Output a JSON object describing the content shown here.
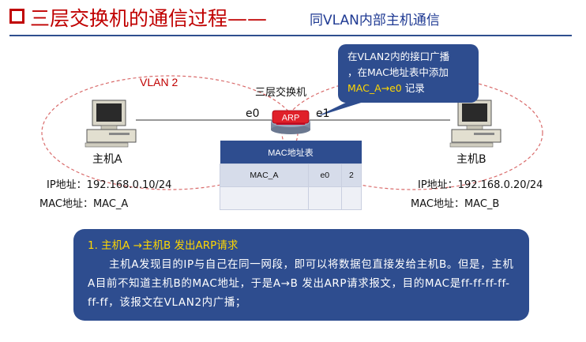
{
  "title": {
    "main": "三层交换机的通信过程——",
    "sub": "同VLAN内部主机通信"
  },
  "diagram": {
    "vlan_label": "VLAN 2",
    "switch_label": "三层交换机",
    "arp_label": "ARP",
    "port_left": "e0",
    "port_right": "e1",
    "host_a": {
      "name": "主机A",
      "ip": "IP地址：192.168.0.10/24",
      "mac": "MAC地址：MAC_A"
    },
    "host_b": {
      "name": "主机B",
      "ip": "IP地址：192.168.0.20/24",
      "mac": "MAC地址：MAC_B"
    },
    "colors": {
      "accent_red": "#c00000",
      "box_blue": "#2e4d8f",
      "highlight_yellow": "#ffd700",
      "arp_red": "#e0202a"
    }
  },
  "callout": {
    "line1": "在VLAN2内的接口广播",
    "line2": "，在MAC地址表中添加",
    "highlight": "MAC_A→e0",
    "suffix": " 记录"
  },
  "mac_table": {
    "header": "MAC地址表",
    "rows": [
      [
        "MAC_A",
        "e0",
        "2"
      ],
      [
        "",
        "",
        ""
      ]
    ]
  },
  "step": {
    "title": "1.  主机A →主机B 发出ARP请求",
    "body": "主机A发现目的IP与自己在同一网段，即可以将数据包直接发给主机B。但是，主机A目前不知道主机B的MAC地址，于是A→B 发出ARP请求报文，目的MAC是ff-ff-ff-ff-ff-ff，该报文在VLAN2内广播；"
  }
}
